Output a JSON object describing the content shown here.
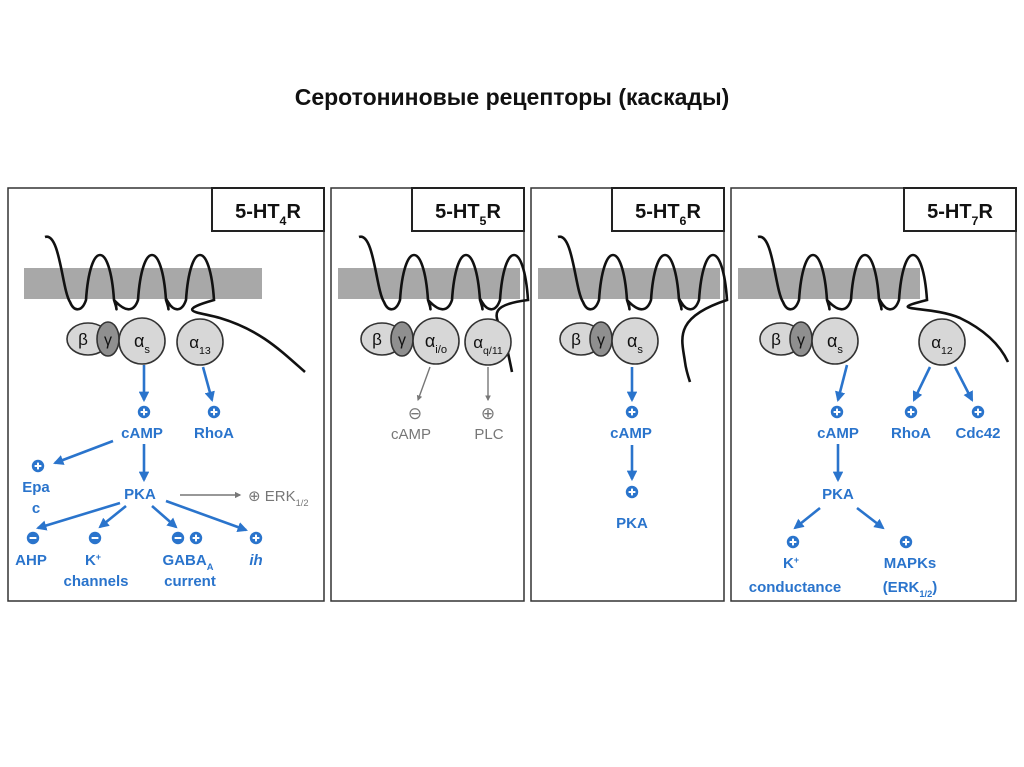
{
  "title": "Серотониновые рецепторы (каскады)",
  "colors": {
    "cascade_blue": "#2a74cc",
    "inhibitory_gray": "#777777",
    "membrane_gray": "#a8a8a8",
    "subunit_fill": "#d7d7d7",
    "gamma_fill": "#8f8f8f"
  },
  "panels": [
    {
      "id": "ht4",
      "receptor": {
        "base": "5-HT",
        "sub": "4",
        "suffix": "R"
      },
      "g_protein": {
        "beta": "β",
        "gamma": "γ",
        "alpha": {
          "sym": "α",
          "sub": "s"
        }
      },
      "extra_alpha": {
        "sym": "α",
        "sub": "13"
      },
      "nodes": [
        {
          "id": "camp",
          "label": "cAMP",
          "sign": "+"
        },
        {
          "id": "rhoa",
          "label": "RhoA",
          "sign": "+"
        },
        {
          "id": "epac",
          "label": "Epa",
          "label2": "c",
          "sign": "+"
        },
        {
          "id": "pka",
          "label": "PKA"
        },
        {
          "id": "ahp",
          "label": "AHP",
          "sign": "−"
        },
        {
          "id": "kch",
          "label": "K",
          "sup": "+",
          "label2": "channels",
          "sign": "−"
        },
        {
          "id": "gaba",
          "label": "GABA",
          "sub": "A",
          "label2": "current",
          "signs": [
            "−",
            "+"
          ]
        },
        {
          "id": "ih",
          "label": "ih",
          "sign": "+"
        },
        {
          "id": "erk",
          "label": "ERK",
          "sub": "1/2",
          "sign": "⊕"
        }
      ]
    },
    {
      "id": "ht5",
      "receptor": {
        "base": "5-HT",
        "sub": "5",
        "suffix": "R"
      },
      "g_protein": {
        "beta": "β",
        "gamma": "γ",
        "alpha": {
          "sym": "α",
          "sub": "i/o"
        }
      },
      "extra_alpha": {
        "sym": "α",
        "sub": "q/11"
      },
      "nodes": [
        {
          "id": "camp",
          "label": "cAMP",
          "sign": "⊖"
        },
        {
          "id": "plc",
          "label": "PLC",
          "sign": "⊕"
        }
      ]
    },
    {
      "id": "ht6",
      "receptor": {
        "base": "5-HT",
        "sub": "6",
        "suffix": "R"
      },
      "g_protein": {
        "beta": "β",
        "gamma": "γ",
        "alpha": {
          "sym": "α",
          "sub": "s"
        }
      },
      "nodes": [
        {
          "id": "camp",
          "label": "cAMP",
          "sign": "+"
        },
        {
          "id": "pka",
          "label": "PKA",
          "sign": "+"
        }
      ]
    },
    {
      "id": "ht7",
      "receptor": {
        "base": "5-HT",
        "sub": "7",
        "suffix": "R"
      },
      "g_protein": {
        "beta": "β",
        "gamma": "γ",
        "alpha": {
          "sym": "α",
          "sub": "s"
        }
      },
      "extra_alpha": {
        "sym": "α",
        "sub": "12"
      },
      "nodes": [
        {
          "id": "camp",
          "label": "cAMP",
          "sign": "+"
        },
        {
          "id": "rhoa",
          "label": "RhoA",
          "sign": "+"
        },
        {
          "id": "cdc42",
          "label": "Cdc42",
          "sign": "+"
        },
        {
          "id": "pka",
          "label": "PKA"
        },
        {
          "id": "kcond",
          "label": "K",
          "sup": "+",
          "label2": "conductance",
          "sign": "+"
        },
        {
          "id": "mapk",
          "label": "MAPKs",
          "label2": "(ERK",
          "sub2": "1/2",
          "label2b": ")",
          "sign": "+"
        }
      ]
    }
  ]
}
